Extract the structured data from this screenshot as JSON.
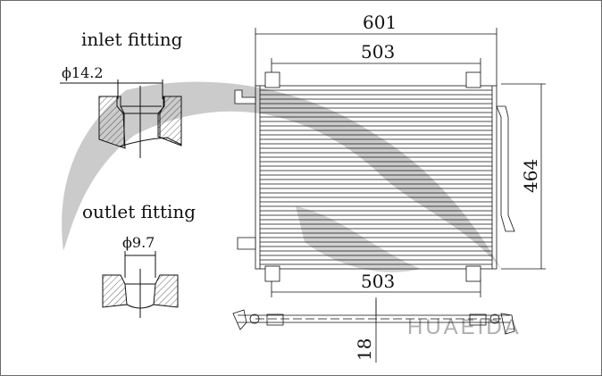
{
  "inlet": {
    "title": "inlet fitting",
    "diameter": "ϕ14.2"
  },
  "outlet": {
    "title": "outlet fitting",
    "diameter": "ϕ9.7"
  },
  "dimensions": {
    "overall_width": "601",
    "core_width_top": "503",
    "core_width_bottom": "503",
    "height": "464",
    "thickness": "18"
  },
  "watermark": {
    "text": "HUAEIDA"
  },
  "colors": {
    "line": "#111111",
    "watermark": "#c8c8c8"
  }
}
